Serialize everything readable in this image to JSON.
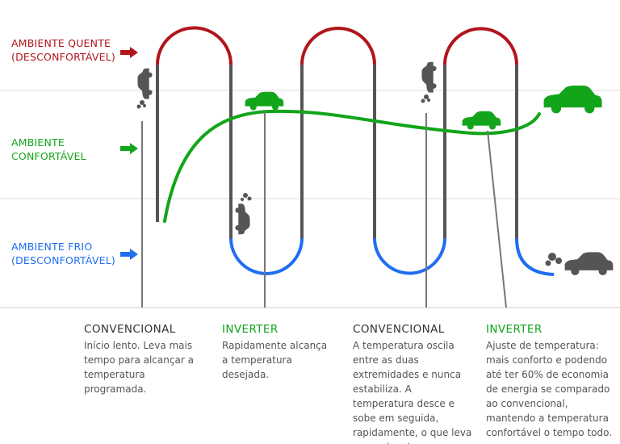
{
  "zones": {
    "hot": {
      "line1": "AMBIENTE QUENTE",
      "line2": "(DESCONFORTÁVEL)",
      "color": "#b0151b"
    },
    "comfortable": {
      "line1": "AMBIENTE",
      "line2": "CONFORTÁVEL",
      "color": "#12a51a"
    },
    "cold": {
      "line1": "AMBIENTE FRIO",
      "line2": "(DESCONFORTÁVEL)",
      "color": "#1f6ef0"
    }
  },
  "descriptions": [
    {
      "title": "CONVENCIONAL",
      "type": "conventional",
      "text": "Início lento. Leva mais tempo para alcançar a temperatura programada."
    },
    {
      "title": "INVERTER",
      "type": "inverter",
      "text": "Rapidamente alcança a temperatura desejada."
    },
    {
      "title": "CONVENCIONAL",
      "type": "conventional",
      "text": "A temperatura oscila entre as duas extremidades e nunca estabiliza. A temperatura desce e sobe em seguida, rapidamente, o que leva a um pico de consumo."
    },
    {
      "title": "INVERTER",
      "type": "inverter",
      "text": "Ajuste de temperatura: mais conforto e podendo até ter 60% de economia de energia se comparado ao convencional, mantendo a temperatura confortável o tempo todo."
    }
  ],
  "colors": {
    "gray_track": "#555555",
    "guide": "#dddddd",
    "pointer": "#777777",
    "car_green": "#12a51a",
    "car_gray": "#555555"
  },
  "icons": [
    "car-icon",
    "exhaust-smoke-icon",
    "arrow-right-icon"
  ]
}
